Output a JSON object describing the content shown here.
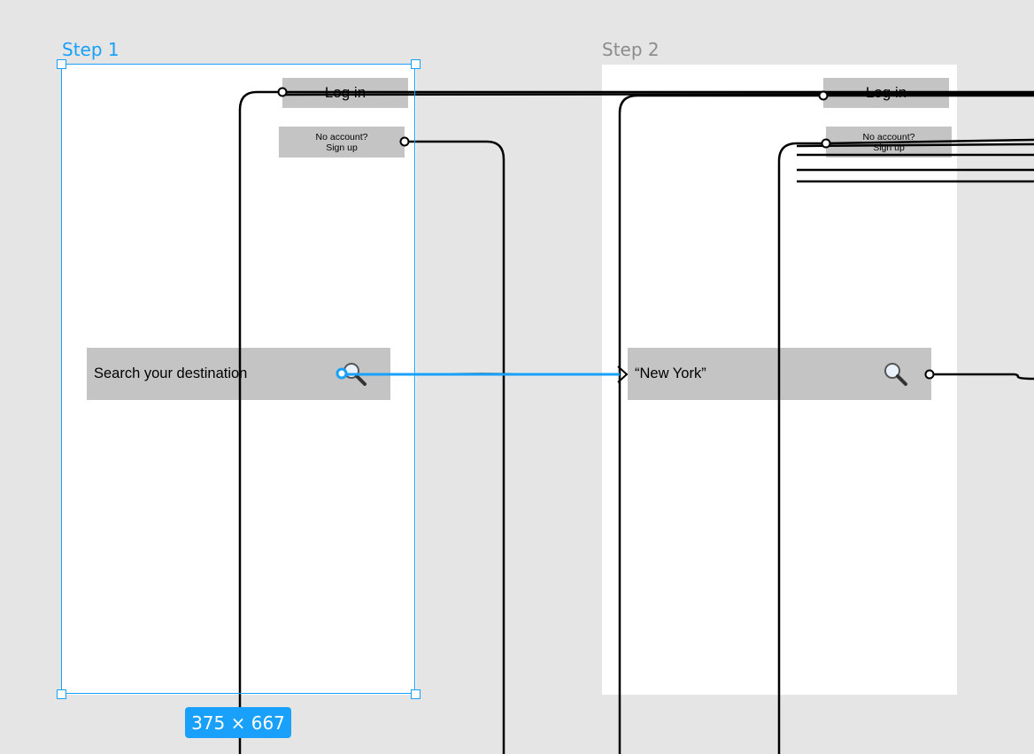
{
  "frames": [
    {
      "label": "Step 1",
      "login_label": "Log in",
      "signup_line1": "No account?",
      "signup_line2": "Sign up",
      "search_text": "Search your destination"
    },
    {
      "label": "Step 2",
      "login_label": "Log in",
      "signup_line1": "No account?",
      "signup_line2": "Sign up",
      "search_text": "“New York”"
    }
  ],
  "selection": {
    "dimensions": "375 × 667"
  },
  "colors": {
    "canvas": "#e5e5e5",
    "selection_accent": "#18a0fb",
    "placeholder_fill": "#c4c4c4",
    "connector": "#000000",
    "frame_label_inactive": "#8c8c8c"
  },
  "icons": [
    "magnifier-icon"
  ]
}
